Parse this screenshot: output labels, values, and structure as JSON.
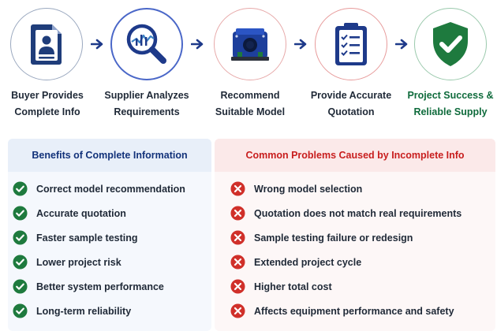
{
  "flow": {
    "steps": [
      {
        "line1": "Buyer Provides",
        "line2": "Complete Info",
        "icon": "document-user-icon",
        "ring": "#9aa8bf"
      },
      {
        "line1": "Supplier Analyzes",
        "line2": "Requirements",
        "icon": "magnifier-chart-icon",
        "ring": "#4a67c8"
      },
      {
        "line1": "Recommend",
        "line2": "Suitable Model",
        "icon": "current-sensor-icon",
        "ring": "#e7a9a9"
      },
      {
        "line1": "Provide Accurate",
        "line2": "Quotation",
        "icon": "clipboard-checklist-icon",
        "ring": "#e79a9a"
      },
      {
        "line1": "Project Success &",
        "line2": "Reliable Supply",
        "icon": "shield-check-icon",
        "ring": "#9ac9ac"
      }
    ]
  },
  "benefits": {
    "title": "Benefits of Complete Information",
    "items": [
      "Correct model recommendation",
      "Accurate quotation",
      "Faster sample testing",
      "Lower project risk",
      "Better system performance",
      "Long-term reliability"
    ]
  },
  "problems": {
    "title": "Common Problems Caused by Incomplete Info",
    "items": [
      "Wrong model selection",
      "Quotation does not match real requirements",
      "Sample testing failure or redesign",
      "Extended project cycle",
      "Higher total cost",
      "Affects equipment performance and safety"
    ]
  },
  "colors": {
    "navy": "#12327a",
    "red": "#c81e1e",
    "green": "#1e7a3e",
    "arrow": "#1e3a8a"
  }
}
